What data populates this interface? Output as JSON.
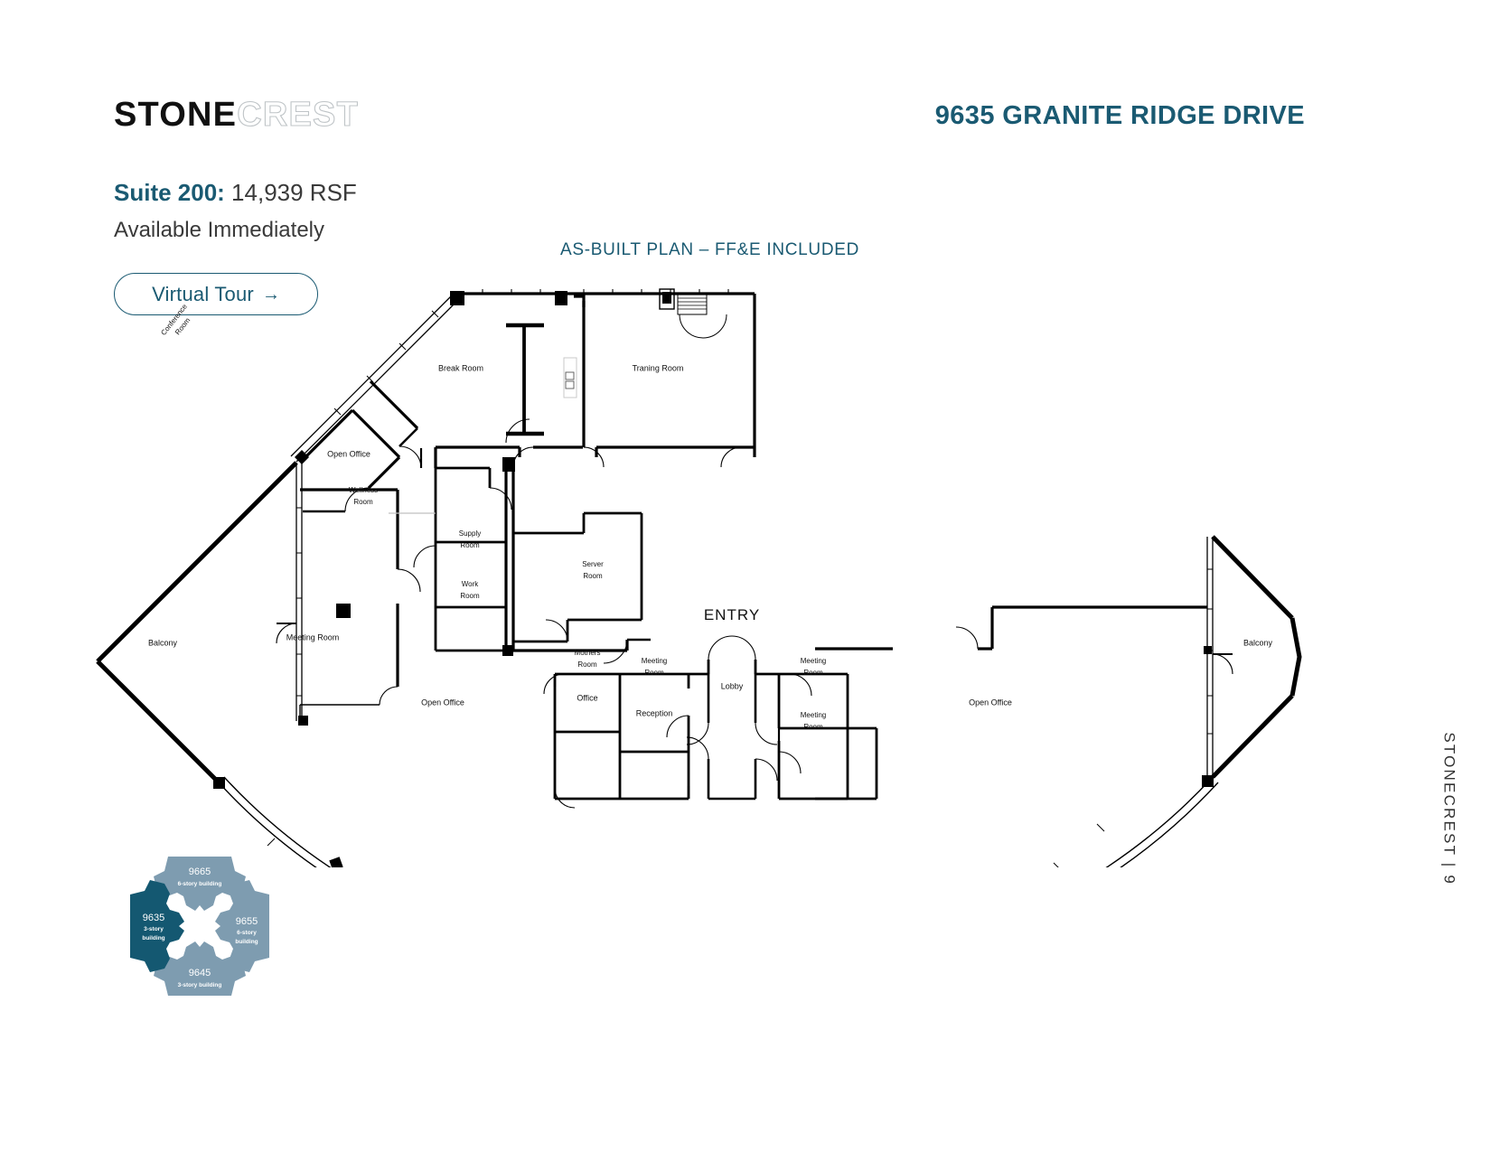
{
  "header": {
    "logo_solid": "STONE",
    "logo_hollow": "CREST",
    "address": "9635 GRANITE RIDGE DRIVE"
  },
  "suite": {
    "label": "Suite 200:",
    "area": " 14,939 RSF",
    "availability": "Available Immediately"
  },
  "tour_button": {
    "label": "Virtual Tour",
    "arrow": "→"
  },
  "plan": {
    "caption": "AS-BUILT PLAN – FF&E INCLUDED",
    "entry_label": "ENTRY",
    "rooms": [
      {
        "id": "break-room",
        "label": "Break Room"
      },
      {
        "id": "training-room",
        "label": "Traning Room"
      },
      {
        "id": "open-office-nw",
        "label": "Open Office"
      },
      {
        "id": "conference-room",
        "label": "Conference\nRoom"
      },
      {
        "id": "conference-room-l1",
        "label": "Conference"
      },
      {
        "id": "conference-room-l2",
        "label": "Room"
      },
      {
        "id": "wellness-room-l1",
        "label": "Wellness"
      },
      {
        "id": "wellness-room-l2",
        "label": "Room"
      },
      {
        "id": "supply-room-l1",
        "label": "Supply"
      },
      {
        "id": "supply-room-l2",
        "label": "Room"
      },
      {
        "id": "work-room-l1",
        "label": "Work"
      },
      {
        "id": "work-room-l2",
        "label": "Room"
      },
      {
        "id": "server-room-l1",
        "label": "Server"
      },
      {
        "id": "server-room-l2",
        "label": "Room"
      },
      {
        "id": "balcony-left",
        "label": "Balcony"
      },
      {
        "id": "balcony-right",
        "label": "Balcony"
      },
      {
        "id": "meeting-room-w",
        "label": "Meeting Room"
      },
      {
        "id": "open-office-sw",
        "label": "Open Office"
      },
      {
        "id": "open-office-se",
        "label": "Open Office"
      },
      {
        "id": "mothers-room-l1",
        "label": "Mothers"
      },
      {
        "id": "mothers-room-l2",
        "label": "Room"
      },
      {
        "id": "meeting-room-c1-l1",
        "label": "Meeting"
      },
      {
        "id": "meeting-room-c1-l2",
        "label": "Room"
      },
      {
        "id": "office",
        "label": "Office"
      },
      {
        "id": "reception",
        "label": "Reception"
      },
      {
        "id": "lobby",
        "label": "Lobby"
      },
      {
        "id": "meeting-room-e1-l1",
        "label": "Meeting"
      },
      {
        "id": "meeting-room-e1-l2",
        "label": "Room"
      },
      {
        "id": "meeting-room-e2-l1",
        "label": "Meeting"
      },
      {
        "id": "meeting-room-e2-l2",
        "label": "Room"
      }
    ]
  },
  "site_diagram": {
    "buildings": [
      {
        "id": "9665",
        "number": "9665",
        "stories_l1": "6-story building",
        "stories_l2": "",
        "color": "#7e9cb0",
        "position": "top"
      },
      {
        "id": "9655",
        "number": "9655",
        "stories_l1": "6-story",
        "stories_l2": "building",
        "color": "#7e9cb0",
        "position": "right"
      },
      {
        "id": "9645",
        "number": "9645",
        "stories_l1": "3-story building",
        "stories_l2": "",
        "color": "#7e9cb0",
        "position": "bottom"
      },
      {
        "id": "9635",
        "number": "9635",
        "stories_l1": "3-story",
        "stories_l2": "building",
        "color": "#145871",
        "position": "left"
      }
    ]
  },
  "footer": {
    "vertical_text": "STONECREST | 9"
  },
  "colors": {
    "teal": "#1a5a72",
    "site_active": "#145871",
    "site_inactive": "#7e9cb0",
    "text_dark": "#3a3a3a"
  }
}
